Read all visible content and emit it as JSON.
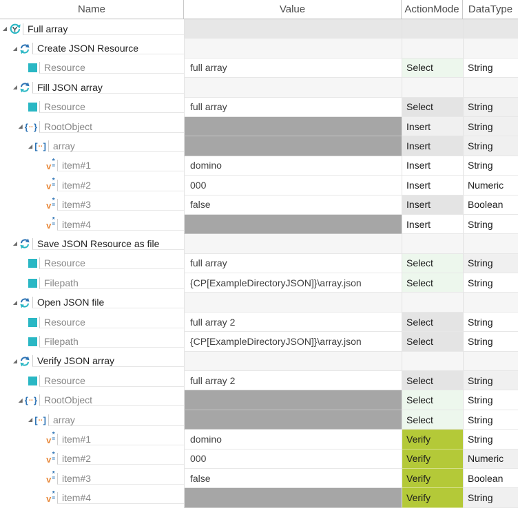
{
  "table": {
    "columns": [
      "Name",
      "Value",
      "ActionMode",
      "DataType"
    ]
  },
  "colors": {
    "teal": "#2ab7c4",
    "blue": "#2e74b5",
    "orange": "#e8883a",
    "verify_green": "#b4c938",
    "select_green": "#edf7ed",
    "empty_value_gray": "#a6a6a6"
  },
  "icon_glyphs": {
    "expander": "◢",
    "object_open": "{",
    "object_dots": "..",
    "object_close": "}",
    "array_open": "[",
    "array_dots": "..",
    "array_close": "]",
    "value_letter": "v",
    "value_star": "*",
    "value_eq": "="
  },
  "rows": [
    {
      "level": 0,
      "icon": "testcase",
      "expander": true,
      "name": "Full array",
      "muted": false,
      "value": "",
      "value_bg": "tc",
      "action": "",
      "action_bg": "tc",
      "datatype": "",
      "datatype_bg": "tc"
    },
    {
      "level": 1,
      "icon": "step",
      "expander": true,
      "name": "Create JSON Resource",
      "muted": false,
      "value": "",
      "value_bg": "step",
      "action": "",
      "action_bg": "step",
      "datatype": "",
      "datatype_bg": "step"
    },
    {
      "level": 2,
      "icon": "attr",
      "expander": false,
      "name": "Resource",
      "muted": true,
      "value": "full array",
      "value_bg": "white",
      "action": "Select",
      "action_bg": "green",
      "datatype": "String",
      "datatype_bg": "white"
    },
    {
      "level": 1,
      "icon": "step",
      "expander": true,
      "name": "Fill JSON array",
      "muted": false,
      "value": "",
      "value_bg": "step",
      "action": "",
      "action_bg": "step",
      "datatype": "",
      "datatype_bg": "step"
    },
    {
      "level": 2,
      "icon": "attr",
      "expander": false,
      "name": "Resource",
      "muted": true,
      "value": "full array",
      "value_bg": "white",
      "action": "Select",
      "action_bg": "gray",
      "datatype": "String",
      "datatype_bg": "lgray"
    },
    {
      "level": 2,
      "icon": "object",
      "expander": true,
      "name": "RootObject",
      "muted": true,
      "value": "",
      "value_bg": "dim",
      "action": "Insert",
      "action_bg": "lgray",
      "datatype": "String",
      "datatype_bg": "lgray"
    },
    {
      "level": 3,
      "icon": "array",
      "expander": true,
      "name": "array",
      "muted": true,
      "value": "",
      "value_bg": "dim",
      "action": "Insert",
      "action_bg": "gray",
      "datatype": "String",
      "datatype_bg": "lgray"
    },
    {
      "level": 4,
      "icon": "value",
      "expander": false,
      "name": "item#1",
      "muted": true,
      "value": "domino",
      "value_bg": "white",
      "action": "Insert",
      "action_bg": "white",
      "datatype": "String",
      "datatype_bg": "white"
    },
    {
      "level": 4,
      "icon": "value",
      "expander": false,
      "name": "item#2",
      "muted": true,
      "value": "000",
      "value_bg": "white",
      "action": "Insert",
      "action_bg": "white",
      "datatype": "Numeric",
      "datatype_bg": "white"
    },
    {
      "level": 4,
      "icon": "value",
      "expander": false,
      "name": "item#3",
      "muted": true,
      "value": "false",
      "value_bg": "white",
      "action": "Insert",
      "action_bg": "gray",
      "datatype": "Boolean",
      "datatype_bg": "white"
    },
    {
      "level": 4,
      "icon": "value",
      "expander": false,
      "name": "item#4",
      "muted": true,
      "value": "",
      "value_bg": "dim",
      "action": "Insert",
      "action_bg": "white",
      "datatype": "String",
      "datatype_bg": "white"
    },
    {
      "level": 1,
      "icon": "step",
      "expander": true,
      "name": "Save JSON Resource as file",
      "muted": false,
      "value": "",
      "value_bg": "step",
      "action": "",
      "action_bg": "step",
      "datatype": "",
      "datatype_bg": "step"
    },
    {
      "level": 2,
      "icon": "attr",
      "expander": false,
      "name": "Resource",
      "muted": true,
      "value": "full array",
      "value_bg": "white",
      "action": "Select",
      "action_bg": "green",
      "datatype": "String",
      "datatype_bg": "lgray"
    },
    {
      "level": 2,
      "icon": "attr",
      "expander": false,
      "name": "Filepath",
      "muted": true,
      "value": "{CP[ExampleDirectoryJSON]}\\array.json",
      "value_bg": "white",
      "action": "Select",
      "action_bg": "green",
      "datatype": "String",
      "datatype_bg": "white"
    },
    {
      "level": 1,
      "icon": "step",
      "expander": true,
      "name": "Open JSON file",
      "muted": false,
      "value": "",
      "value_bg": "step",
      "action": "",
      "action_bg": "step",
      "datatype": "",
      "datatype_bg": "step"
    },
    {
      "level": 2,
      "icon": "attr",
      "expander": false,
      "name": "Resource",
      "muted": true,
      "value": "full array 2",
      "value_bg": "white",
      "action": "Select",
      "action_bg": "gray",
      "datatype": "String",
      "datatype_bg": "white"
    },
    {
      "level": 2,
      "icon": "attr",
      "expander": false,
      "name": "Filepath",
      "muted": true,
      "value": "{CP[ExampleDirectoryJSON]}\\array.json",
      "value_bg": "white",
      "action": "Select",
      "action_bg": "gray",
      "datatype": "String",
      "datatype_bg": "white"
    },
    {
      "level": 1,
      "icon": "step",
      "expander": true,
      "name": "Verify JSON array",
      "muted": false,
      "value": "",
      "value_bg": "step",
      "action": "",
      "action_bg": "step",
      "datatype": "",
      "datatype_bg": "step"
    },
    {
      "level": 2,
      "icon": "attr",
      "expander": false,
      "name": "Resource",
      "muted": true,
      "value": "full array 2",
      "value_bg": "white",
      "action": "Select",
      "action_bg": "gray",
      "datatype": "String",
      "datatype_bg": "lgray"
    },
    {
      "level": 2,
      "icon": "object",
      "expander": true,
      "name": "RootObject",
      "muted": true,
      "value": "",
      "value_bg": "dim",
      "action": "Select",
      "action_bg": "green",
      "datatype": "String",
      "datatype_bg": "white"
    },
    {
      "level": 3,
      "icon": "array",
      "expander": true,
      "name": "array",
      "muted": true,
      "value": "",
      "value_bg": "dim",
      "action": "Select",
      "action_bg": "green",
      "datatype": "String",
      "datatype_bg": "white"
    },
    {
      "level": 4,
      "icon": "value",
      "expander": false,
      "name": "item#1",
      "muted": true,
      "value": "domino",
      "value_bg": "white",
      "action": "Verify",
      "action_bg": "verify",
      "datatype": "String",
      "datatype_bg": "white"
    },
    {
      "level": 4,
      "icon": "value",
      "expander": false,
      "name": "item#2",
      "muted": true,
      "value": "000",
      "value_bg": "white",
      "action": "Verify",
      "action_bg": "verify",
      "datatype": "Numeric",
      "datatype_bg": "lgray"
    },
    {
      "level": 4,
      "icon": "value",
      "expander": false,
      "name": "item#3",
      "muted": true,
      "value": "false",
      "value_bg": "white",
      "action": "Verify",
      "action_bg": "verify",
      "datatype": "Boolean",
      "datatype_bg": "white"
    },
    {
      "level": 4,
      "icon": "value",
      "expander": false,
      "name": "item#4",
      "muted": true,
      "value": "",
      "value_bg": "dim",
      "action": "Verify",
      "action_bg": "verify",
      "datatype": "String",
      "datatype_bg": "lgray"
    }
  ]
}
